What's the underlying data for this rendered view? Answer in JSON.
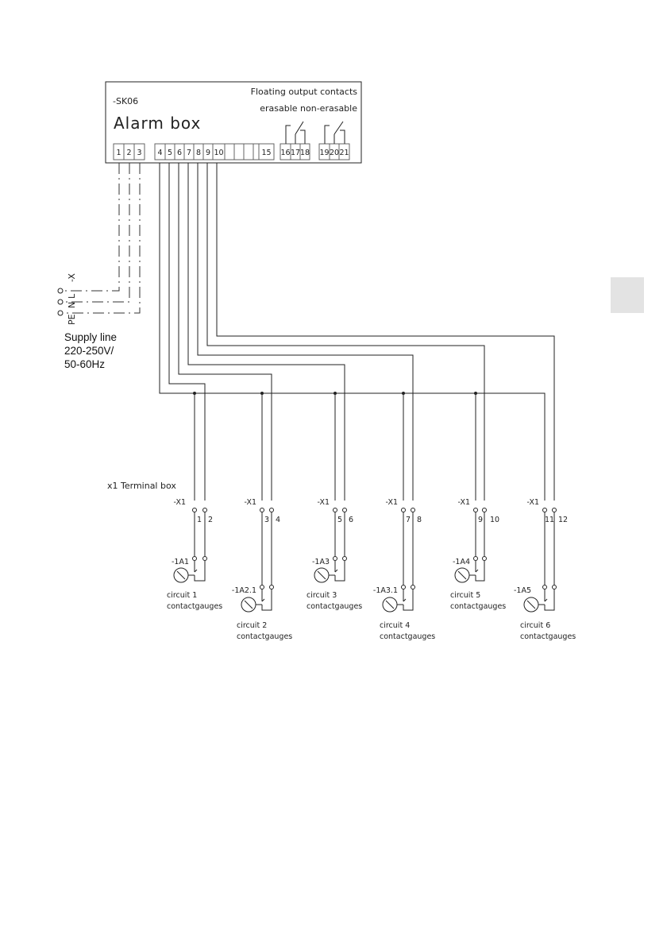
{
  "alarm_box": {
    "id": "-SK06",
    "title": "Alarm box",
    "floating_label": "Floating output contacts",
    "erasable_label": "erasable non-erasable",
    "terminals": [
      "1",
      "2",
      "3",
      "4",
      "5",
      "6",
      "7",
      "8",
      "9",
      "10",
      "15",
      "16",
      "17",
      "18",
      "19",
      "20",
      "21"
    ]
  },
  "supply": {
    "connector_id": "-X",
    "pins": [
      "PE",
      "N",
      "L"
    ],
    "line1": "Supply line",
    "line2": "220-250V/",
    "line3": "50-60Hz"
  },
  "terminal_box_label": "x1 Terminal box",
  "circuits": [
    {
      "x_label": "-X1",
      "t1": "1",
      "t2": "2",
      "gauge_id": "-1A1",
      "name": "circuit 1",
      "desc": "contactgauges"
    },
    {
      "x_label": "-X1",
      "t1": "3",
      "t2": "4",
      "gauge_id": "-1A2.1",
      "name": "circuit 2",
      "desc": "contactgauges"
    },
    {
      "x_label": "-X1",
      "t1": "5",
      "t2": "6",
      "gauge_id": "-1A3",
      "name": "circuit 3",
      "desc": "contactgauges"
    },
    {
      "x_label": "-X1",
      "t1": "7",
      "t2": "8",
      "gauge_id": "-1A3.1",
      "name": "circuit 4",
      "desc": "contactgauges"
    },
    {
      "x_label": "-X1",
      "t1": "9",
      "t2": "10",
      "gauge_id": "-1A4",
      "name": "circuit 5",
      "desc": "contactgauges"
    },
    {
      "x_label": "-X1",
      "t1": "11",
      "t2": "12",
      "gauge_id": "-1A5",
      "name": "circuit 6",
      "desc": "contactgauges"
    }
  ],
  "colors": {
    "line": "#222222",
    "side_tab": "#e3e3e3"
  }
}
